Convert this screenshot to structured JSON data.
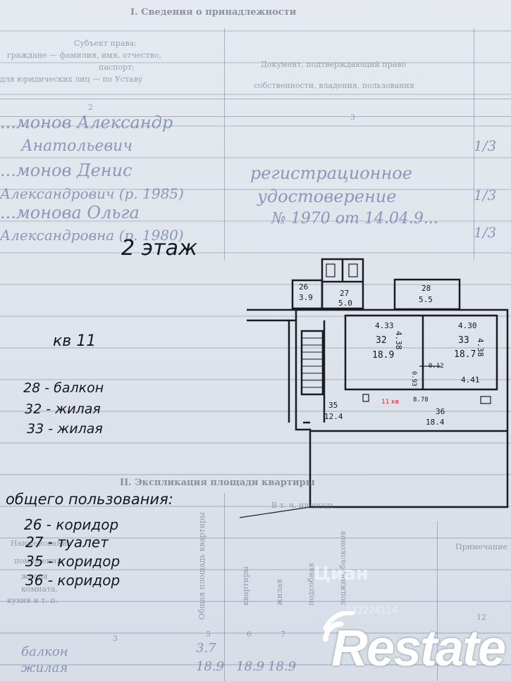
{
  "section1": {
    "heading": "I. Сведения о принадлежности",
    "col_subject": [
      "Субъект права:",
      "граждане — фамилия, имя, отчество,",
      "паспорт;",
      "для юридических лиц — по Уставу"
    ],
    "col_document": [
      "Документ, подтверждающий право",
      "собственности, владения, пользования"
    ],
    "col_num_2": "2",
    "col_num_3": "3",
    "owners": [
      "...монов Александр",
      "Анатольевич",
      "...монов Денис",
      "Александрович (р. 1985)",
      "...монова Ольга",
      "Александровна (р. 1980)"
    ],
    "document_text": [
      "регистрационное",
      "удостоверение",
      "№ 1970 от 14.04.9..."
    ],
    "shares": [
      "1/3",
      "1/3",
      "1/3"
    ]
  },
  "plan": {
    "floor_label": "2 этаж",
    "flat_label": "кв 11",
    "rooms": [
      {
        "num": "26",
        "area": "3.9"
      },
      {
        "num": "27",
        "area": "5.0"
      },
      {
        "num": "28",
        "area": "5.5"
      },
      {
        "num": "32",
        "area": "18.9"
      },
      {
        "num": "33",
        "area": "18.7"
      },
      {
        "num": "35",
        "area": "12.4"
      },
      {
        "num": "36",
        "area": "18.4"
      }
    ],
    "dims": [
      "4.33",
      "4.38",
      "4.30",
      "4.38",
      "4.41",
      "0.12",
      "0.93",
      "8.78"
    ],
    "red_mark": "11 кв"
  },
  "legend_flat": [
    "28 - балкон",
    "32 - жилая",
    "33 - жилая"
  ],
  "legend_common_title": "общего пользования:",
  "legend_common": [
    "26 - коридор",
    "27 - туалет",
    "35 - коридор",
    "36 - коридор"
  ],
  "section2": {
    "heading": "II. Экспликация площади квартиры",
    "sub": "В т. ч. площадь",
    "cols": [
      "Общая площадь квартиры",
      "квартиры",
      "жилая",
      "подсобная",
      "лоджий, балконов"
    ],
    "col_nums": [
      "3",
      "5",
      "6",
      "7",
      "12"
    ],
    "left_label": [
      "Наименование",
      "помещений",
      "жилая",
      "комната,",
      "кухня и т. п."
    ],
    "note": "Примечание",
    "rows": [
      {
        "name": "балкон",
        "total": "3.7"
      },
      {
        "name": "жилая",
        "total": "18.9",
        "a": "18.9",
        "b": "18.9"
      }
    ]
  },
  "watermark": {
    "brand": "Циан",
    "id": "232224114"
  },
  "logo": {
    "text": "Restate"
  }
}
